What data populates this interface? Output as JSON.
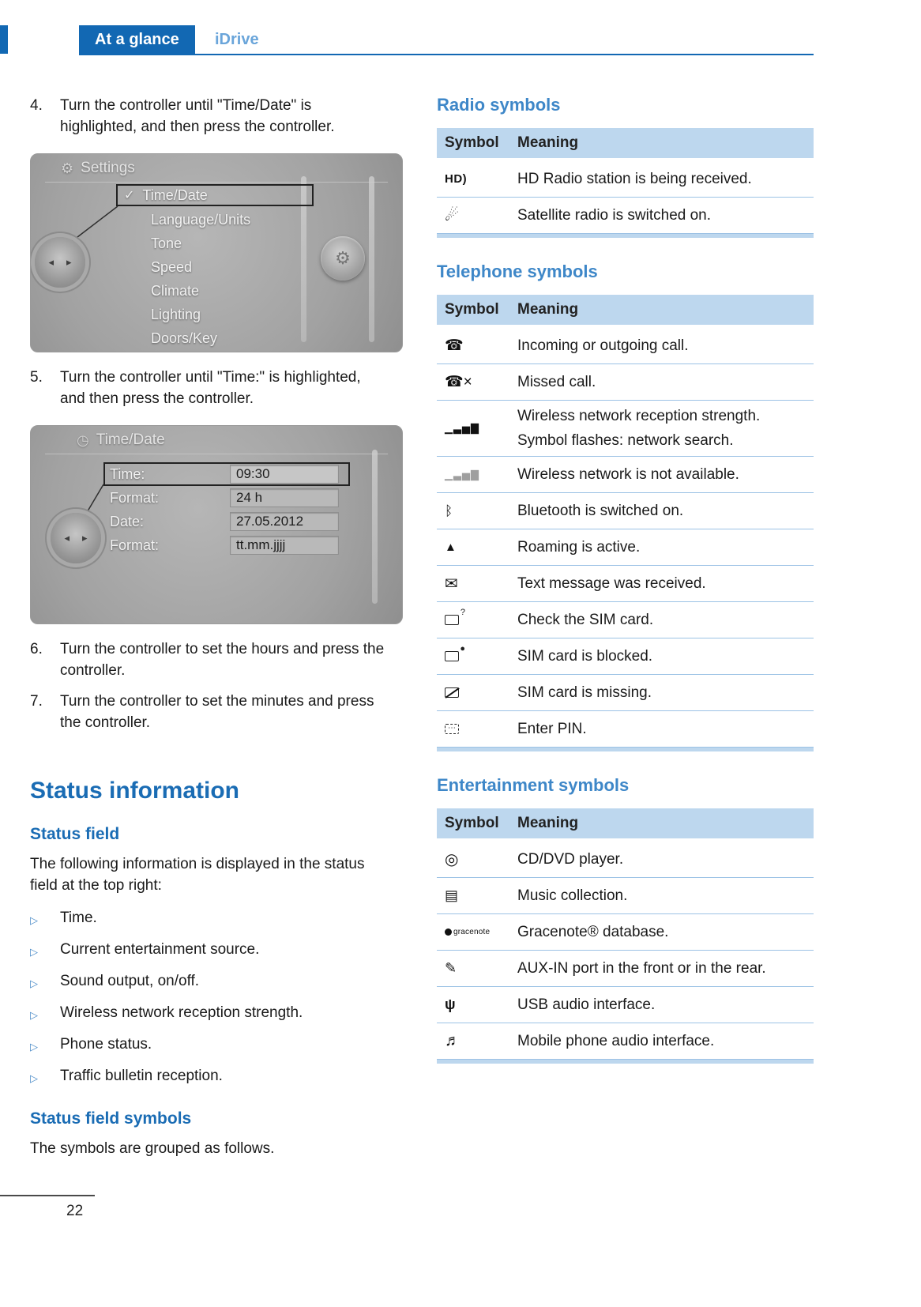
{
  "header": {
    "tab": "At a glance",
    "section": "iDrive"
  },
  "footer": {
    "page_number": "22"
  },
  "steps": {
    "s4": {
      "num": "4.",
      "text": "Turn the controller until \"Time/Date\" is highlighted, and then press the controller."
    },
    "s5": {
      "num": "5.",
      "text": "Turn the controller until \"Time:\" is highlighted, and then press the controller."
    },
    "s6": {
      "num": "6.",
      "text": "Turn the controller to set the hours and press the controller."
    },
    "s7": {
      "num": "7.",
      "text": "Turn the controller to set the minutes and press the controller."
    }
  },
  "settings_screen": {
    "title": "Settings",
    "title_icon": "⚙",
    "check_icon": "✓",
    "items": [
      "Time/Date",
      "Language/Units",
      "Tone",
      "Speed",
      "Climate",
      "Lighting",
      "Doors/Key"
    ],
    "arrow_left": "◂",
    "arrow_right": "▸",
    "knob_icon": "⚙"
  },
  "timedate_screen": {
    "title": "Time/Date",
    "title_icon": "◷",
    "arrow_left": "◂",
    "arrow_right": "▸",
    "rows": [
      {
        "label": "Time:",
        "value": "09:30"
      },
      {
        "label": "Format:",
        "value": "24 h"
      },
      {
        "label": "Date:",
        "value": "27.05.2012"
      },
      {
        "label": "Format:",
        "value": "tt.mm.jjjj"
      }
    ]
  },
  "status": {
    "heading": "Status information",
    "field_title": "Status field",
    "intro": "The following information is displayed in the status field at the top right:",
    "bullet_icon": "▷",
    "bullets": [
      "Time.",
      "Current entertainment source.",
      "Sound output, on/off.",
      "Wireless network reception strength.",
      "Phone status.",
      "Traffic bulletin reception."
    ],
    "symbols_title": "Status field symbols",
    "symbols_text": "The symbols are grouped as follows."
  },
  "tables": {
    "col_symbol": "Symbol",
    "col_meaning": "Meaning",
    "radio": {
      "title": "Radio symbols",
      "rows": [
        {
          "glyph": "HD)",
          "text": "HD Radio station is being received."
        },
        {
          "glyph": "☄",
          "text": "Satellite radio is switched on."
        }
      ]
    },
    "telephone": {
      "title": "Telephone symbols",
      "rows": [
        {
          "glyph": "☎",
          "text": "Incoming or outgoing call."
        },
        {
          "glyph": "☎×",
          "text": "Missed call."
        },
        {
          "glyph": "▁▃▅▇",
          "text": "Wireless network reception strength.",
          "text2": "Symbol flashes: network search."
        },
        {
          "glyph": "▁▃▅▇",
          "text": "Wireless network is not available."
        },
        {
          "glyph": "ᛒ",
          "text": "Bluetooth is switched on."
        },
        {
          "glyph": "▲",
          "text": "Roaming is active."
        },
        {
          "glyph": "✉",
          "text": "Text message was received."
        },
        {
          "glyph": "?",
          "text": "Check the SIM card."
        },
        {
          "glyph": "●",
          "text": "SIM card is blocked."
        },
        {
          "glyph": "",
          "text": "SIM card is missing."
        },
        {
          "glyph": "⋯",
          "text": "Enter PIN."
        }
      ]
    },
    "entertainment": {
      "title": "Entertainment symbols",
      "rows": [
        {
          "glyph": "◎",
          "text": "CD/DVD player."
        },
        {
          "glyph": "▤",
          "text": "Music collection."
        },
        {
          "glyph": "gracenote",
          "text": "Gracenote® database."
        },
        {
          "glyph": "✎",
          "text": "AUX-IN port in the front or in the rear."
        },
        {
          "glyph": "ψ",
          "text": "USB audio interface."
        },
        {
          "glyph": "♬",
          "text": "Mobile phone audio interface."
        }
      ]
    }
  }
}
